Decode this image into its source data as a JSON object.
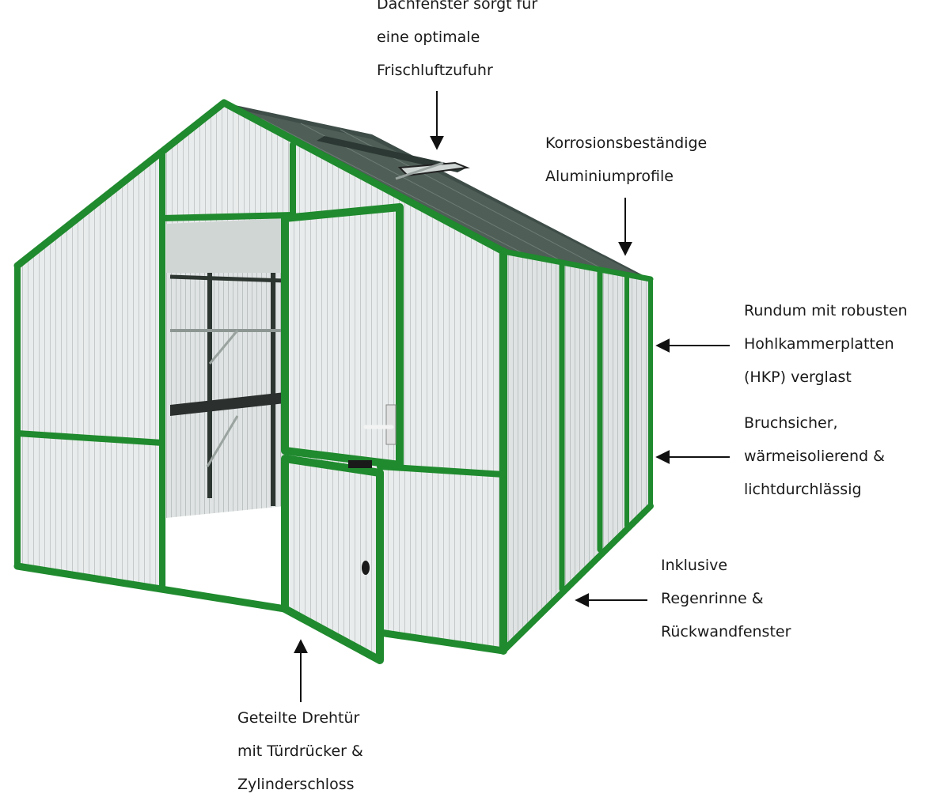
{
  "colors": {
    "frame": "#1f8a2e",
    "frame_dark": "#146b21",
    "panel": "#e9ecec",
    "panel_line": "#c9cdcd",
    "roof": "#3a4a44",
    "arrow": "#111111"
  },
  "callouts": {
    "roof_window": {
      "lines": [
        "Dachfenster sorgt für",
        "eine optimale",
        "Frischluftzufuhr"
      ]
    },
    "aluminium": {
      "lines": [
        "Korrosionsbeständige",
        "Aluminiumprofile"
      ]
    },
    "panels": {
      "lines": [
        "Rundum mit robusten",
        "Hohlkammerplatten",
        "(HKP) verglast"
      ]
    },
    "properties": {
      "lines": [
        "Bruchsicher,",
        "wärmeisolierend &",
        "lichtdurchlässig"
      ]
    },
    "gutter": {
      "lines": [
        "Inklusive",
        "Regenrinne &",
        "Rückwandfenster"
      ]
    },
    "door": {
      "lines": [
        "Geteilte Drehtür",
        "mit Türdrücker &",
        "Zylinderschloss"
      ]
    }
  }
}
